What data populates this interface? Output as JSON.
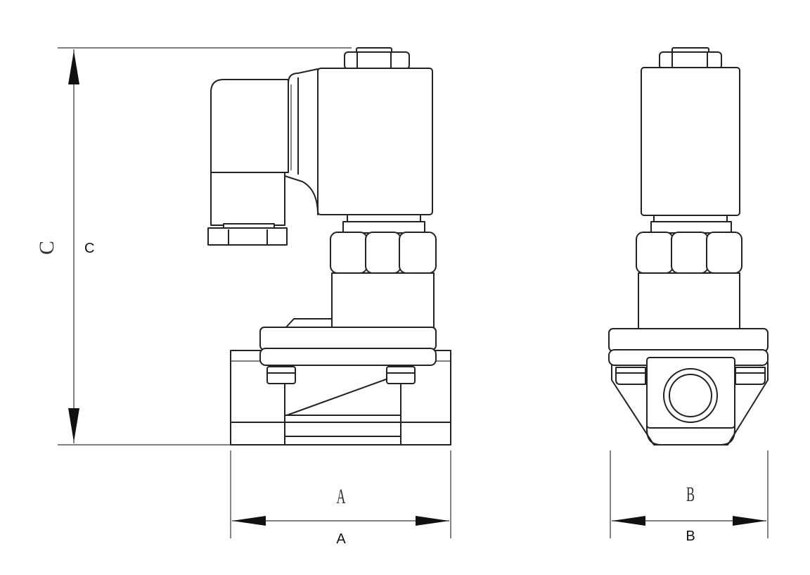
{
  "dimensions": {
    "height": {
      "label_drawing": "C",
      "label": "C"
    },
    "length": {
      "label_drawing": "A",
      "label": "A"
    },
    "width": {
      "label_drawing": "B",
      "label": "B"
    }
  },
  "colors": {
    "line": "#222222",
    "background": "#ffffff"
  }
}
